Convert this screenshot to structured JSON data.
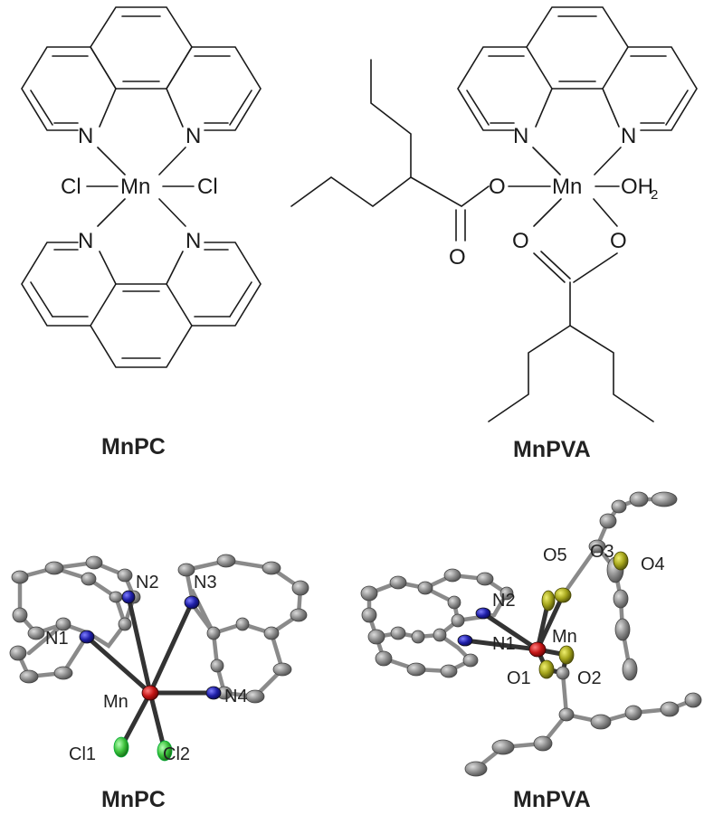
{
  "captions": {
    "top_left": "MnPC",
    "top_right": "MnPVA",
    "bottom_left": "MnPC",
    "bottom_right": "MnPVA"
  },
  "mnpc_structure": {
    "metal": "Mn",
    "ligand_left": "Cl",
    "ligand_right": "Cl",
    "n_top_left": "N",
    "n_top_right": "N",
    "n_bottom_left": "N",
    "n_bottom_right": "N"
  },
  "mnpva_structure": {
    "metal": "Mn",
    "o_left": "O",
    "water": "OH",
    "water_subscript": "2",
    "carbonyl_o": "O",
    "o_chelate_left": "O",
    "o_chelate_right": "O",
    "n_left": "N",
    "n_right": "N"
  },
  "mnpc_crystal_labels": {
    "n1": "N1",
    "n2": "N2",
    "n3": "N3",
    "n4": "N4",
    "mn": "Mn",
    "cl1": "Cl1",
    "cl2": "Cl2"
  },
  "mnpva_crystal_labels": {
    "o5": "O5",
    "o3": "O3",
    "o4": "O4",
    "n2": "N2",
    "n1": "N1",
    "mn": "Mn",
    "o1": "O1",
    "o2": "O2"
  },
  "colors": {
    "carbon": "#8c8c8c",
    "nitrogen": "#1f1fa8",
    "manganese": "#c41515",
    "chlorine": "#3cc23c",
    "oxygen": "#a3a31a"
  }
}
